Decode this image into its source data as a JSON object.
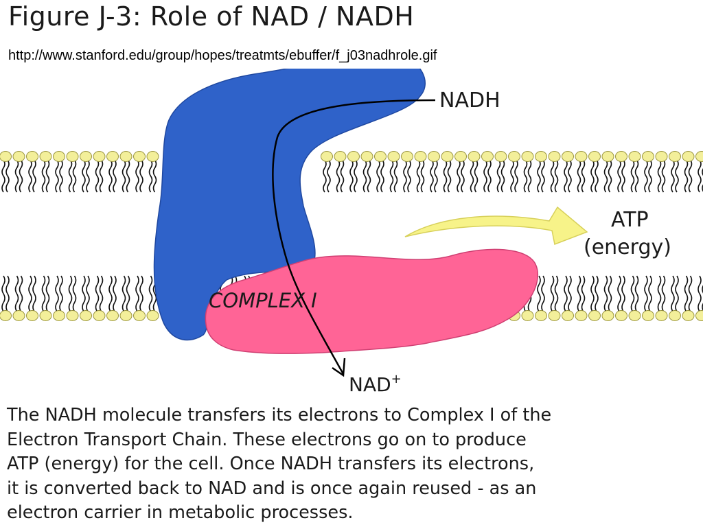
{
  "title": "Figure J-3: Role of NAD / NADH",
  "source_url": "http://www.stanford.edu/group/hopes/treatmts/ebuffer/f_j03nadhrole.gif",
  "labels": {
    "nadh": "NADH",
    "atp": "ATP",
    "energy": "(energy)",
    "complex": "COMPLEX I",
    "nad": "NAD",
    "nad_charge": "+"
  },
  "caption_lines": [
    "The NADH molecule transfers its electrons to Complex I of the",
    "Electron Transport Chain.  These electrons go on to produce",
    "ATP (energy) for the cell.  Once NADH transfers its electrons,",
    "it is converted back to NAD and is once again reused - as an",
    "electron carrier in metabolic processes."
  ],
  "colors": {
    "blue_protein": "#2f62c9",
    "pink_protein": "#ff6496",
    "lipid_head": "#f3ef9a",
    "arrow_yellow": "#f7f389",
    "text": "#1a1a1a"
  }
}
